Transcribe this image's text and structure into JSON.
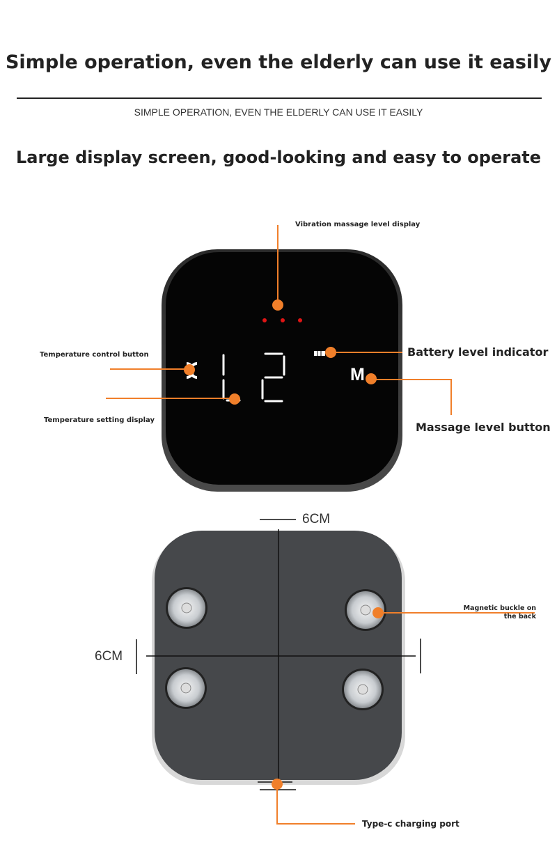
{
  "header": {
    "title": "Simple operation, even the elderly can use it easily",
    "subtitle": "SIMPLE OPERATION, EVEN THE ELDERLY CAN USE IT EASILY",
    "section_title": "Large display screen, good-looking and easy to operate"
  },
  "front": {
    "display_digits": "L2",
    "button_m": "M",
    "labels": {
      "vibration": "Vibration massage level display",
      "temp_button": "Temperature control button",
      "temp_display": "Temperature setting display",
      "battery": "Battery level indicator",
      "massage_button": "Massage level button"
    }
  },
  "back": {
    "width_label": "6CM",
    "height_label": "6CM",
    "labels": {
      "magnetic_line1": "Magnetic buckle on",
      "magnetic_line2": "the back",
      "port": "Type-c charging port"
    }
  },
  "colors": {
    "accent": "#f07f2a",
    "led_red": "#e01515",
    "device": "#0b0b0b",
    "back": "#46484b"
  }
}
